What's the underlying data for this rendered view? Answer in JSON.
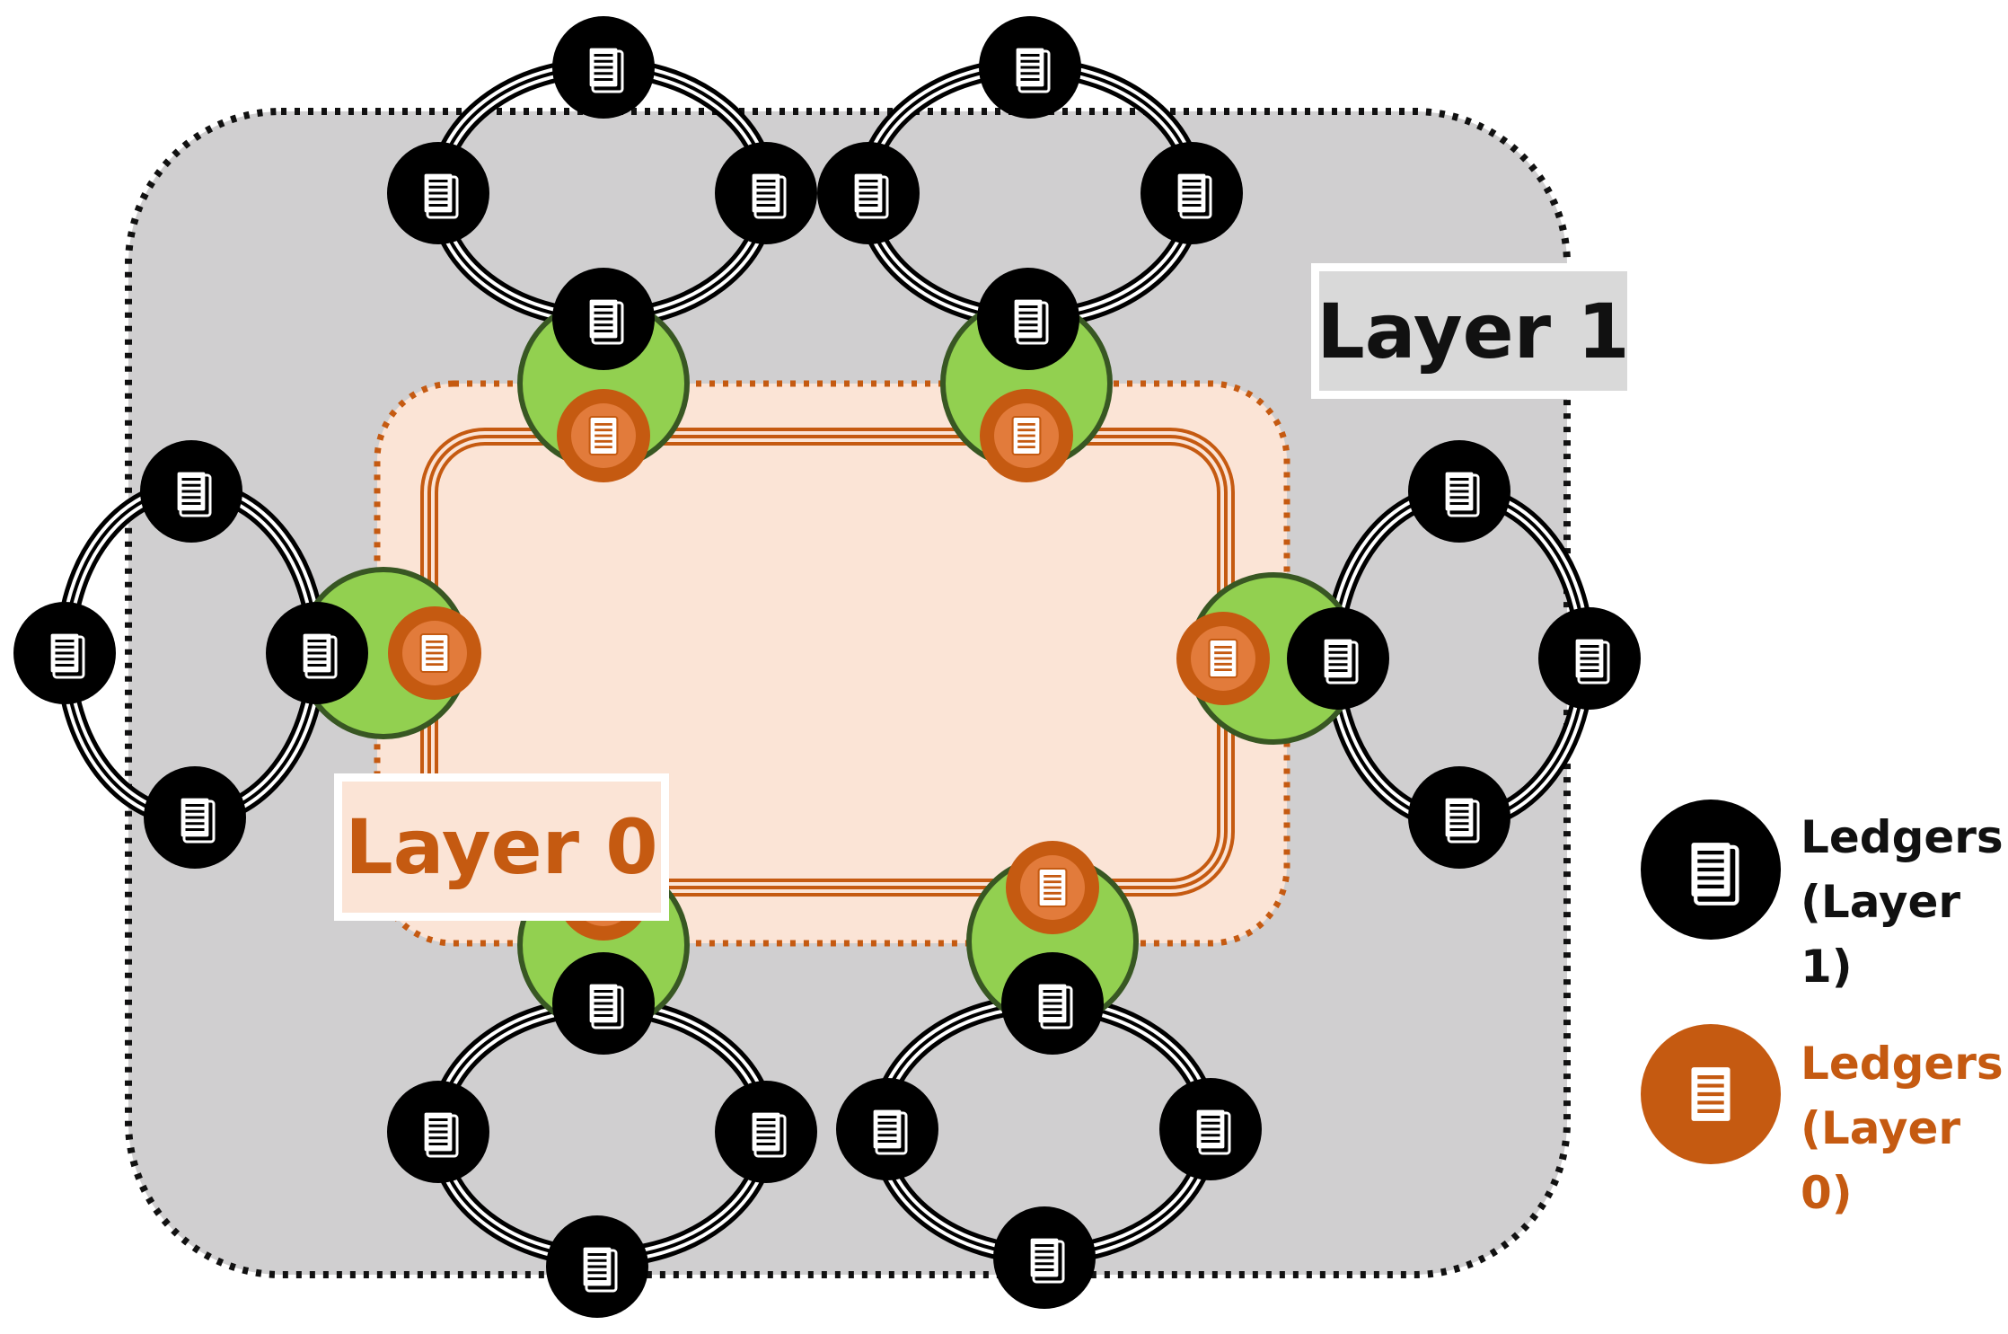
{
  "labels": {
    "layer1": "Layer 1",
    "layer0": "Layer 0"
  },
  "legend": {
    "layer1": {
      "line1": "Ledgers",
      "line2": "(Layer 1)"
    },
    "layer0": {
      "line1": "Ledgers",
      "line2": "(Layer 0)"
    }
  },
  "colors": {
    "layer1_node": "#000000",
    "layer0_node": "#c55a11",
    "bridge_node": "#92d050",
    "bridge_outline": "#385723",
    "layer1_region": "#d0cfd0",
    "layer0_region": "#fbe4d6",
    "layer0_border": "#c55a11"
  },
  "icons": {
    "layer1_node": "ledger-document-icon",
    "layer0_node": "ledger-document-icon",
    "bridge": "bridge-node-icon"
  }
}
